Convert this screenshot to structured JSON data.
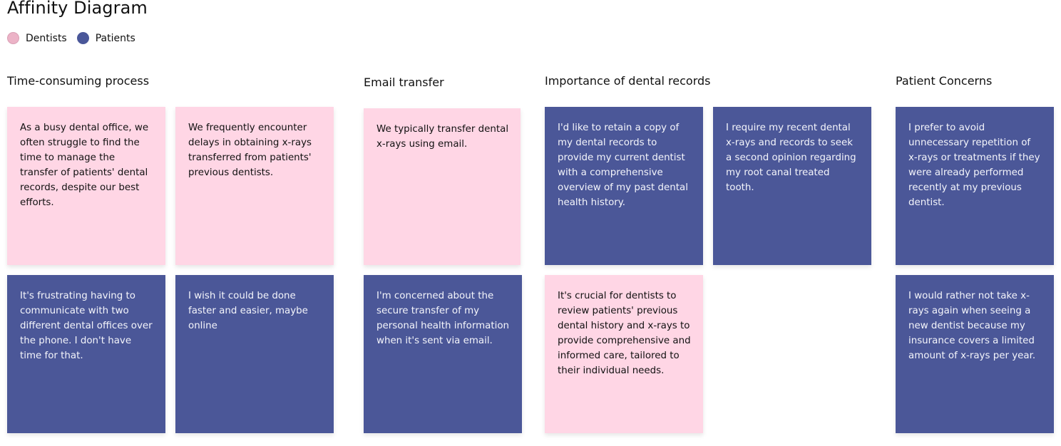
{
  "title": "Affinity Diagram",
  "legend": [
    {
      "label": "Dentists",
      "color": "#ecb3c7"
    },
    {
      "label": "Patients",
      "color": "#4a5799"
    }
  ],
  "colors": {
    "dentist_note": "#ffd6e5",
    "patient_note": "#4b5798"
  },
  "groups": [
    {
      "heading": "Time-consuming process",
      "notes": [
        {
          "group": "Dentists",
          "text": "As a busy dental office, we often struggle to find the time to manage the transfer of patients' dental records, despite our best efforts."
        },
        {
          "group": "Dentists",
          "text": "We frequently encounter delays in obtaining x-rays transferred from patients' previous dentists."
        },
        {
          "group": "Patients",
          "text": "It's frustrating having to communicate with two different dental offices over the phone. I don't have time for that."
        },
        {
          "group": "Patients",
          "text": "I wish it could be done faster and easier, maybe online"
        }
      ]
    },
    {
      "heading": "Email transfer",
      "notes": [
        {
          "group": "Dentists",
          "text": "We typically transfer dental x-rays using email."
        },
        {
          "group": "Patients",
          "text": "I'm concerned about the secure transfer of my personal health information when it's sent via email."
        }
      ]
    },
    {
      "heading": "Importance of dental records",
      "notes": [
        {
          "group": "Patients",
          "text": "I'd like to retain a copy of my dental records to provide my current dentist with a comprehensive overview of my past dental health history."
        },
        {
          "group": "Patients",
          "text": "I require my recent dental x-rays and records to seek a second opinion regarding my root canal treated tooth."
        },
        {
          "group": "Dentists",
          "text": "It's crucial for dentists to review patients' previous dental history and x-rays to provide comprehensive and informed care, tailored to their individual needs."
        }
      ]
    },
    {
      "heading": "Patient Concerns",
      "notes": [
        {
          "group": "Patients",
          "text": "I prefer to avoid unnecessary repetition of x-rays or treatments if they were already performed recently at my previous dentist."
        },
        {
          "group": "Patients",
          "text": "I would rather not take x-rays again when seeing a new dentist because my insurance covers a limited amount of x-rays per year."
        }
      ]
    }
  ]
}
